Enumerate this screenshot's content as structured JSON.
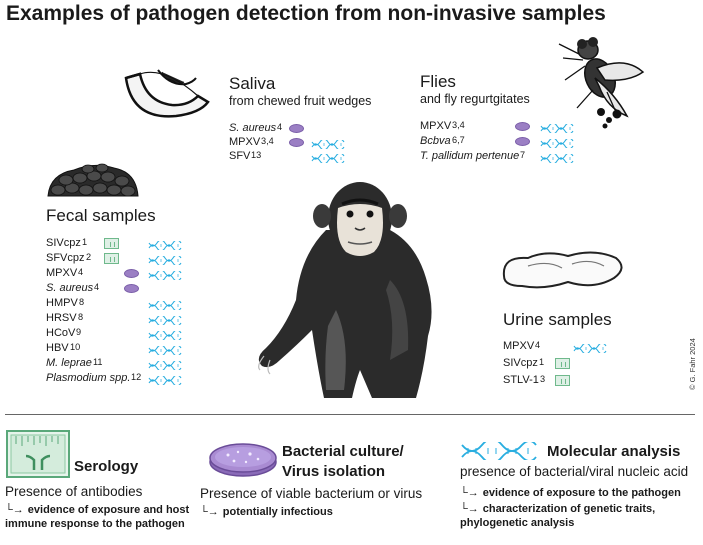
{
  "title": "Examples of pathogen detection from non-invasive samples",
  "credit": "© G. Fahr 2024",
  "colors": {
    "culture": "#9b7fc4",
    "molecular": "#29aee0",
    "serology": "#6fb98c",
    "text": "#1a1a1a"
  },
  "icons": {
    "serology": "serology-well-icon",
    "culture": "petri-dish-icon",
    "molecular": "dna-helix-icon"
  },
  "sections": {
    "saliva": {
      "title": "Saliva",
      "subtitle": "from chewed fruit wedges",
      "rows": [
        {
          "name": "S. aureus",
          "sup": "4",
          "italic": true,
          "ser": false,
          "cul": true,
          "mol": false
        },
        {
          "name": "MPXV",
          "sup": "3,4",
          "italic": false,
          "ser": false,
          "cul": true,
          "mol": true
        },
        {
          "name": "SFV",
          "sup": "13",
          "italic": false,
          "ser": false,
          "cul": false,
          "mol": true
        }
      ]
    },
    "flies": {
      "title": "Flies",
      "subtitle": "and fly regurtgitates",
      "rows": [
        {
          "name": "MPXV",
          "sup": "3,4",
          "italic": false,
          "ser": false,
          "cul": true,
          "mol": true
        },
        {
          "name": "Bcbva",
          "sup": "6,7",
          "italic": true,
          "ser": false,
          "cul": true,
          "mol": true
        },
        {
          "name": "T. pallidum pertenue",
          "sup": "7",
          "italic": true,
          "ser": false,
          "cul": false,
          "mol": true
        }
      ]
    },
    "fecal": {
      "title": "Fecal samples",
      "rows": [
        {
          "name": "SIVcpz",
          "sup": "1",
          "italic": false,
          "ser": true,
          "cul": false,
          "mol": true
        },
        {
          "name": "SFVcpz",
          "sup": "2",
          "italic": false,
          "ser": true,
          "cul": false,
          "mol": true
        },
        {
          "name": "MPXV",
          "sup": "4",
          "italic": false,
          "ser": false,
          "cul": true,
          "mol": true
        },
        {
          "name": "S. aureus",
          "sup": "4",
          "italic": true,
          "ser": false,
          "cul": true,
          "mol": false
        },
        {
          "name": "HMPV",
          "sup": "8",
          "italic": false,
          "ser": false,
          "cul": false,
          "mol": true
        },
        {
          "name": "HRSV",
          "sup": "8",
          "italic": false,
          "ser": false,
          "cul": false,
          "mol": true
        },
        {
          "name": "HCoV",
          "sup": "9",
          "italic": false,
          "ser": false,
          "cul": false,
          "mol": true
        },
        {
          "name": "HBV",
          "sup": "10",
          "italic": false,
          "ser": false,
          "cul": false,
          "mol": true
        },
        {
          "name": "M. leprae",
          "sup": "11",
          "italic": true,
          "ser": false,
          "cul": false,
          "mol": true
        },
        {
          "name": "Plasmodium spp.",
          "sup": "12",
          "italic": true,
          "ser": false,
          "cul": false,
          "mol": true
        }
      ]
    },
    "urine": {
      "title": "Urine samples",
      "rows": [
        {
          "name": "MPXV",
          "sup": "4",
          "italic": false,
          "ser": false,
          "cul": false,
          "mol": true
        },
        {
          "name": "SIVcpz",
          "sup": "1",
          "italic": false,
          "ser": true,
          "cul": false,
          "mol": false
        },
        {
          "name": "STLV-1",
          "sup": "3",
          "italic": false,
          "ser": true,
          "cul": false,
          "mol": false
        }
      ]
    }
  },
  "legend": {
    "serology": {
      "title": "Serology",
      "subtitle": "Presence of antibodies",
      "bullets": [
        "evidence of exposure and host immune response to the pathogen"
      ]
    },
    "culture": {
      "title_line1": "Bacterial culture/",
      "title_line2": "Virus isolation",
      "subtitle": "Presence of viable bacterium or virus",
      "bullets": [
        "potentially infectious"
      ]
    },
    "molecular": {
      "title": "Molecular analysis",
      "subtitle": "presence of bacterial/viral nucleic acid",
      "bullets": [
        "evidence of exposure to the pathogen",
        "characterization of genetic traits, phylogenetic analysis"
      ]
    }
  }
}
